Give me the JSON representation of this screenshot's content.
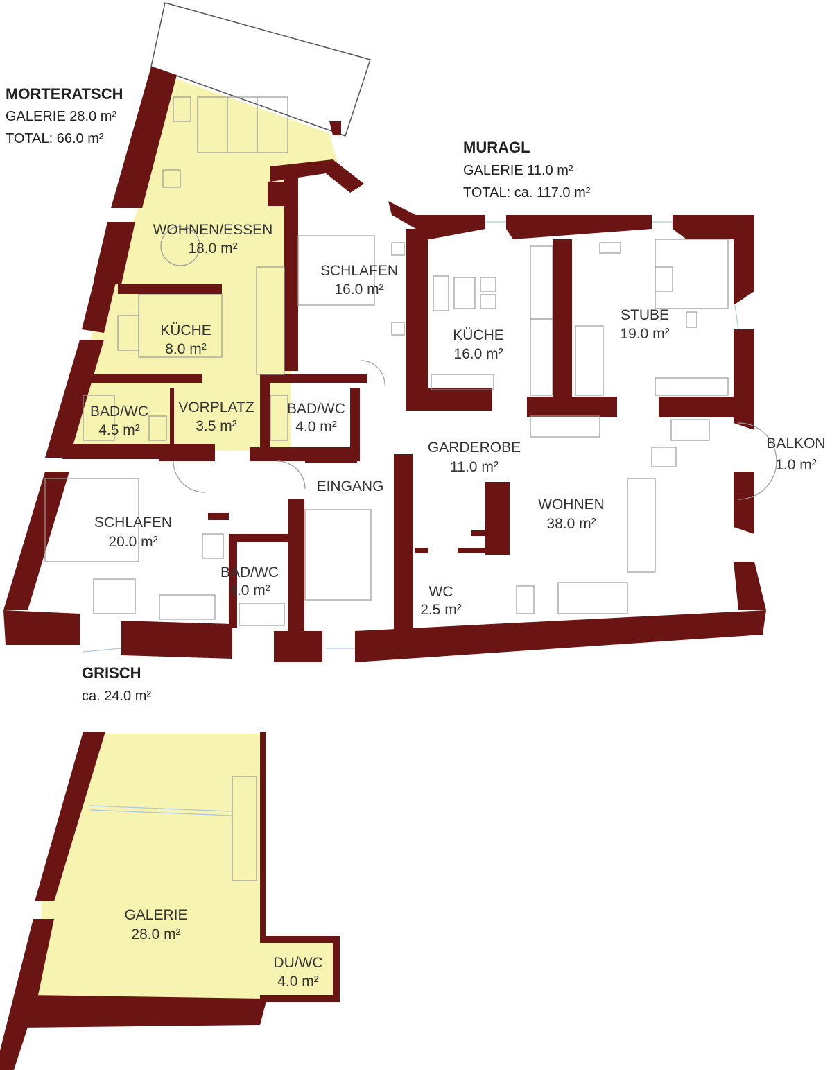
{
  "colors": {
    "wall": "#6b1414",
    "highlight": "#f7f3b0",
    "window": "#a9c7e6",
    "furniture": "#9a9a9a"
  },
  "apartments": {
    "morteratsch": {
      "name": "MORTERATSCH",
      "galerie": "GALERIE 28.0 m²",
      "total": "TOTAL: 66.0 m²"
    },
    "muragl": {
      "name": "MURAGL",
      "galerie": "GALERIE 11.0 m²",
      "total": "TOTAL: ca. 117.0 m²"
    },
    "grisch": {
      "name": "GRISCH",
      "area": "ca. 24.0 m²"
    }
  },
  "rooms": {
    "wohnen_essen": {
      "name": "WOHNEN/ESSEN",
      "area": "18.0 m²"
    },
    "kueche_left": {
      "name": "KÜCHE",
      "area": "8.0 m²"
    },
    "bad_wc_left": {
      "name": "BAD/WC",
      "area": "4.5 m²"
    },
    "vorplatz": {
      "name": "VORPLATZ",
      "area": "3.5 m²"
    },
    "schlafen_top": {
      "name": "SCHLAFEN",
      "area": "16.0 m²"
    },
    "bad_wc_mid": {
      "name": "BAD/WC",
      "area": "4.0 m²"
    },
    "kueche_mid": {
      "name": "KÜCHE",
      "area": "16.0 m²"
    },
    "stube": {
      "name": "STUBE",
      "area": "19.0 m²"
    },
    "balkon": {
      "name": "BALKON",
      "area": "1.0 m²"
    },
    "garderobe": {
      "name": "GARDEROBE",
      "area": "11.0 m²"
    },
    "eingang": {
      "name": "EINGANG"
    },
    "wohnen": {
      "name": "WOHNEN",
      "area": "38.0 m²"
    },
    "schlafen_bottom": {
      "name": "SCHLAFEN",
      "area": "20.0 m²"
    },
    "bad_wc_bottom": {
      "name": "BAD/WC",
      "area": "4.0 m²"
    },
    "wc": {
      "name": "WC",
      "area": "2.5 m²"
    },
    "galerie": {
      "name": "GALERIE",
      "area": "28.0 m²"
    },
    "du_wc": {
      "name": "DU/WC",
      "area": "4.0 m²"
    }
  }
}
